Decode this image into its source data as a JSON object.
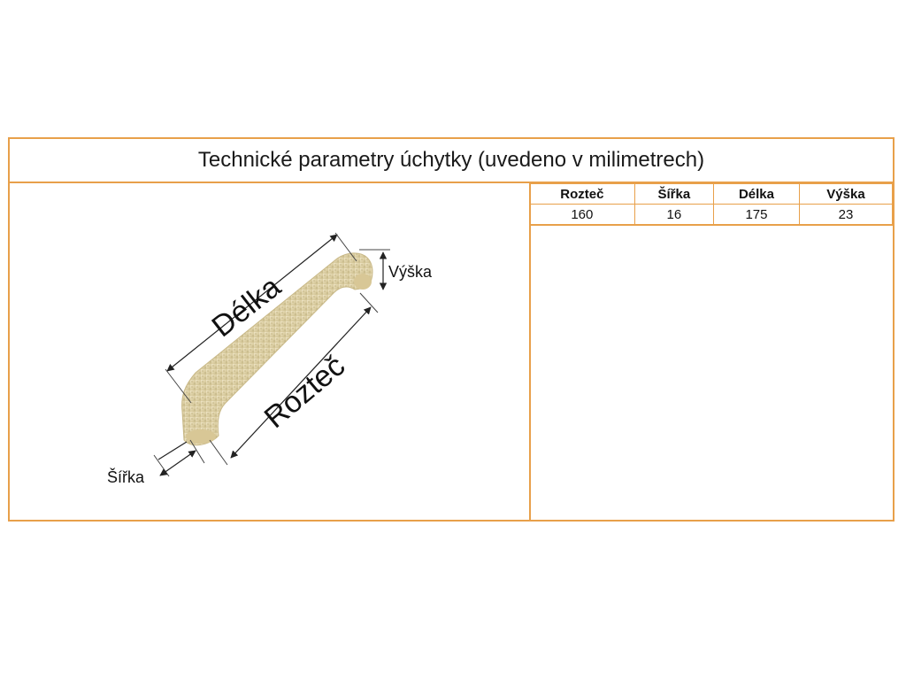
{
  "title": "Technické parametry úchytky (uvedeno v milimetrech)",
  "diagram": {
    "label_delka": "Délka",
    "label_roztec": "Rozteč",
    "label_vyska": "Výška",
    "label_sirka": "Šířka"
  },
  "table": {
    "headers": [
      "Rozteč",
      "Šířka",
      "Délka",
      "Výška"
    ],
    "values": [
      "160",
      "16",
      "175",
      "23"
    ]
  },
  "colors": {
    "border": "#e8a04a",
    "handle": "#e6d9b3"
  }
}
